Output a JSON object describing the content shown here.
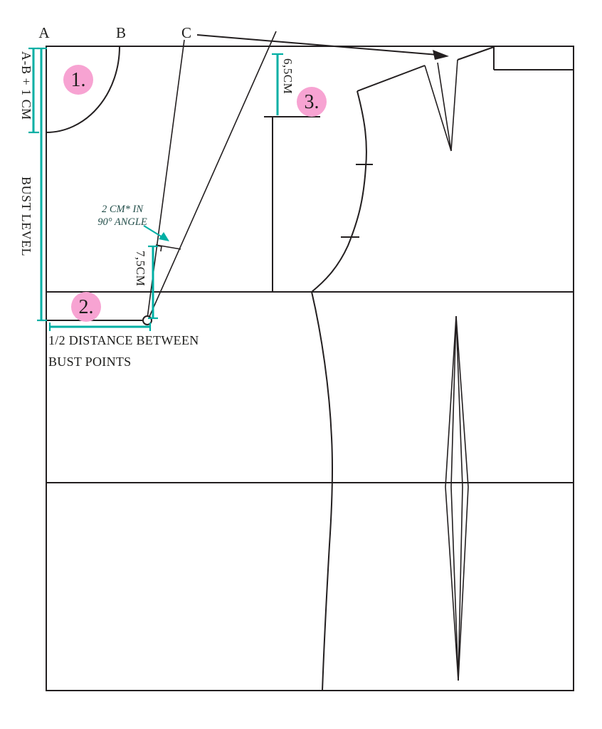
{
  "points": {
    "a": "A",
    "b": "B",
    "c": "C"
  },
  "steps": {
    "s1": "1.",
    "s2": "2.",
    "s3": "3."
  },
  "labels": {
    "ab_plus_1cm": "A-B + 1 CM",
    "bust_level": "BUST LEVEL",
    "shoulder_measure": "6,5CM",
    "dart_measure": "7,5CM",
    "angle_note_1": "2 CM* IN",
    "angle_note_2": "90° ANGLE",
    "half_distance_1": "1/2 DISTANCE BETWEEN",
    "half_distance_2": "BUST POINTS"
  },
  "colors": {
    "line": "#231F20",
    "accent_teal": "#00AFA4",
    "step_badge_pink": "#F7A3D2",
    "background": "#FFFFFF"
  }
}
